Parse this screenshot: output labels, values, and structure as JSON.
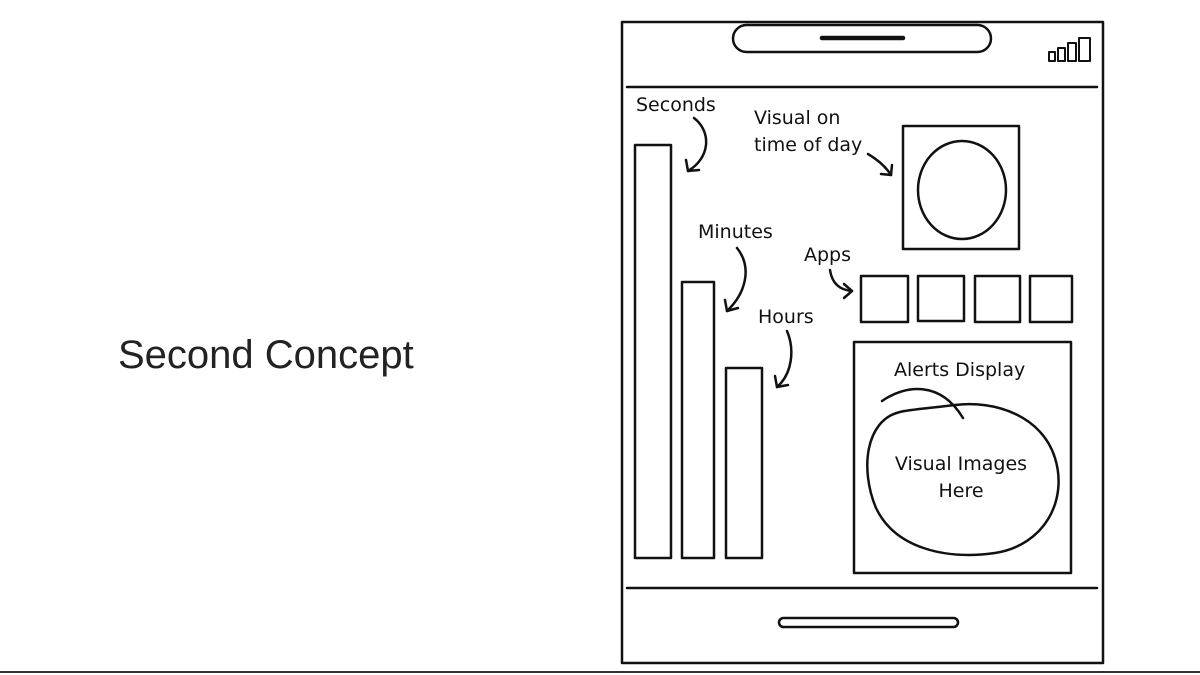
{
  "slide": {
    "title": "Second Concept"
  },
  "sketch": {
    "labels": {
      "seconds": "Seconds",
      "visual_line1": "Visual on",
      "visual_line2": "time of day",
      "minutes": "Minutes",
      "apps": "Apps",
      "hours": "Hours",
      "alerts": "Alerts Display",
      "images_line1": "Visual Images",
      "images_line2": "Here"
    }
  },
  "colors": {
    "ink": "#111111",
    "title_text": "#222222",
    "background": "#ffffff"
  }
}
